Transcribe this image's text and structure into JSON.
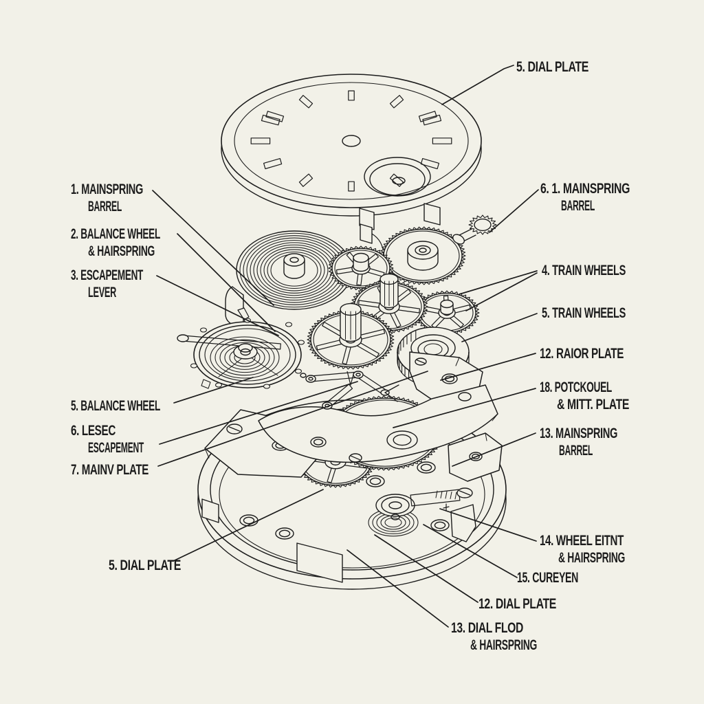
{
  "colors": {
    "background": "#f2f1e8",
    "ink": "#1c1c1c"
  },
  "diagram": {
    "subject": "Exploded view diagram of a mechanical watch movement"
  },
  "labels": {
    "left": [
      {
        "lines": [
          "1. MAINSPRING",
          "BARREL"
        ]
      },
      {
        "lines": [
          "2. BALANCE WHEEL",
          "& HAIRSPRING"
        ]
      },
      {
        "lines": [
          "3. ESCAPEMENT",
          "LEVER"
        ]
      },
      {
        "lines": [
          "5. BALANCE WHEEL"
        ]
      },
      {
        "lines": [
          "6. LESEC",
          "ESCAPEMENT"
        ]
      },
      {
        "lines": [
          "7. MAINV PLATE"
        ]
      },
      {
        "lines": [
          "5. DIAL PLATE"
        ]
      }
    ],
    "right": [
      {
        "lines": [
          "5. DIAL PLATE"
        ]
      },
      {
        "lines": [
          "6. 1. MAINSPRING",
          "BARREL"
        ]
      },
      {
        "lines": [
          "4. TRAIN WHEELS"
        ]
      },
      {
        "lines": [
          "5. TRAIN WHEELS"
        ]
      },
      {
        "lines": [
          "12. RAIOR PLATE"
        ]
      },
      {
        "lines": [
          "18. POTCKOUEL",
          "& MITT. PLATE"
        ]
      },
      {
        "lines": [
          "13. MAINSPRING",
          "BARREL"
        ]
      },
      {
        "lines": [
          "14. WHEEL EITNT",
          "& HAIRSPRING"
        ]
      },
      {
        "lines": [
          "15. CUREYEN"
        ]
      },
      {
        "lines": [
          "12. DIAL PLATE"
        ]
      },
      {
        "lines": [
          "13. DIAL FLOD",
          "& HAIRSPRING"
        ]
      }
    ]
  }
}
